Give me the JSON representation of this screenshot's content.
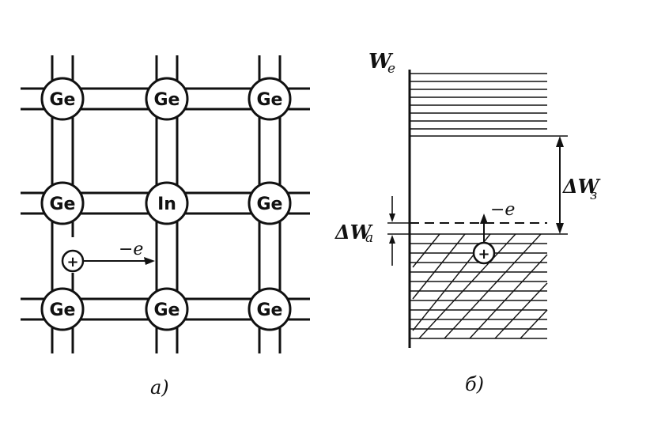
{
  "lattice": {
    "atoms": [
      [
        "Ge",
        "Ge",
        "Ge"
      ],
      [
        "Ge",
        "In",
        "Ge"
      ],
      [
        "Ge",
        "Ge",
        "Ge"
      ]
    ],
    "hole_symbol": "+",
    "electron_label": "−e",
    "caption": "a)"
  },
  "band_diagram": {
    "energy_axis": "W",
    "energy_axis_sub": "e",
    "gap_label": "ΔW",
    "gap_sub": "з",
    "acceptor_label": "ΔW",
    "acceptor_sub": "a",
    "electron_label": "−e",
    "hole_symbol": "+",
    "caption": "б)"
  }
}
